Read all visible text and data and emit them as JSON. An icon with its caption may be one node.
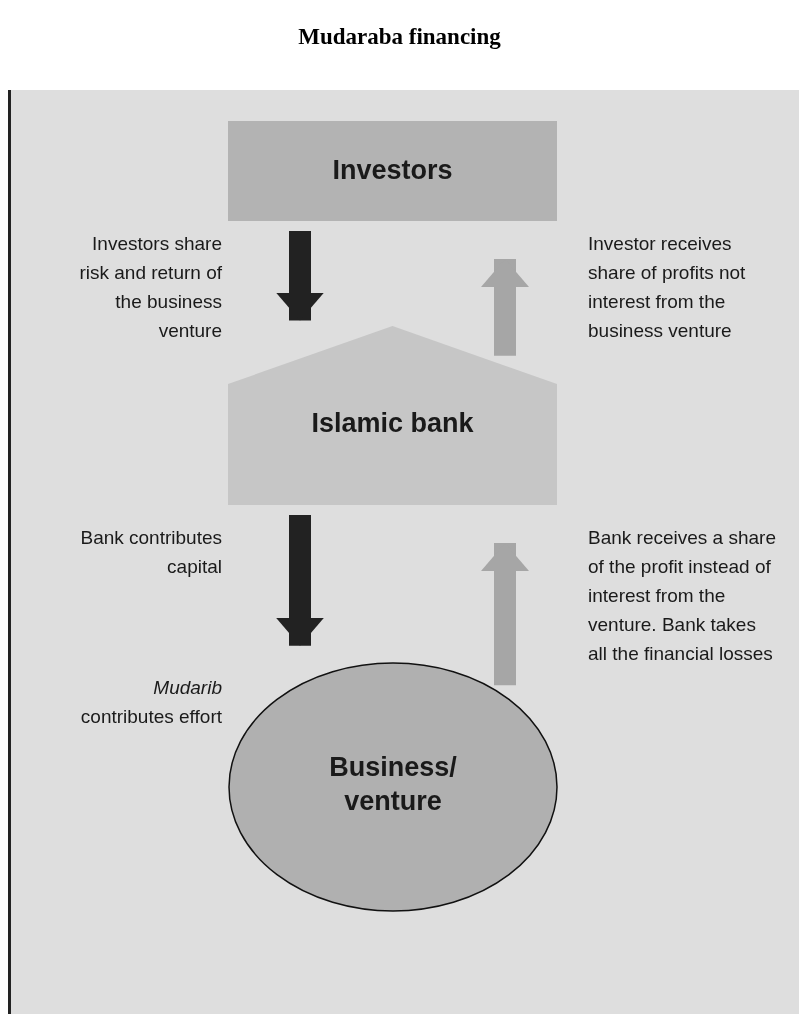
{
  "diagram": {
    "title": "Mudaraba financing",
    "nodes": [
      {
        "text": [
          "Investors"
        ]
      },
      {
        "text": [
          "Islamic bank"
        ]
      },
      {
        "text": [
          "Business/ venture"
        ]
      }
    ],
    "edges": [
      {
        "from": 0,
        "to": 1,
        "arrow": "to",
        "label": "Investors share risk and return of the business venture"
      },
      {
        "from": 1,
        "to": 0,
        "arrow": "to",
        "label": "Investor receives share of profits not interest from the business venture",
        "color": "#a6a6a6"
      },
      {
        "from": 1,
        "to": 2,
        "arrow": "to",
        "label": "Bank contributes capital"
      },
      {
        "from": 2,
        "to": 1,
        "arrow": "to",
        "label": "Bank receives a share of the profit instead of interest from the venture. Bank takes all the financial losses",
        "color": "#a6a6a6"
      }
    ],
    "labels": [
      "*Mudarib* contributes effort"
    ]
  }
}
